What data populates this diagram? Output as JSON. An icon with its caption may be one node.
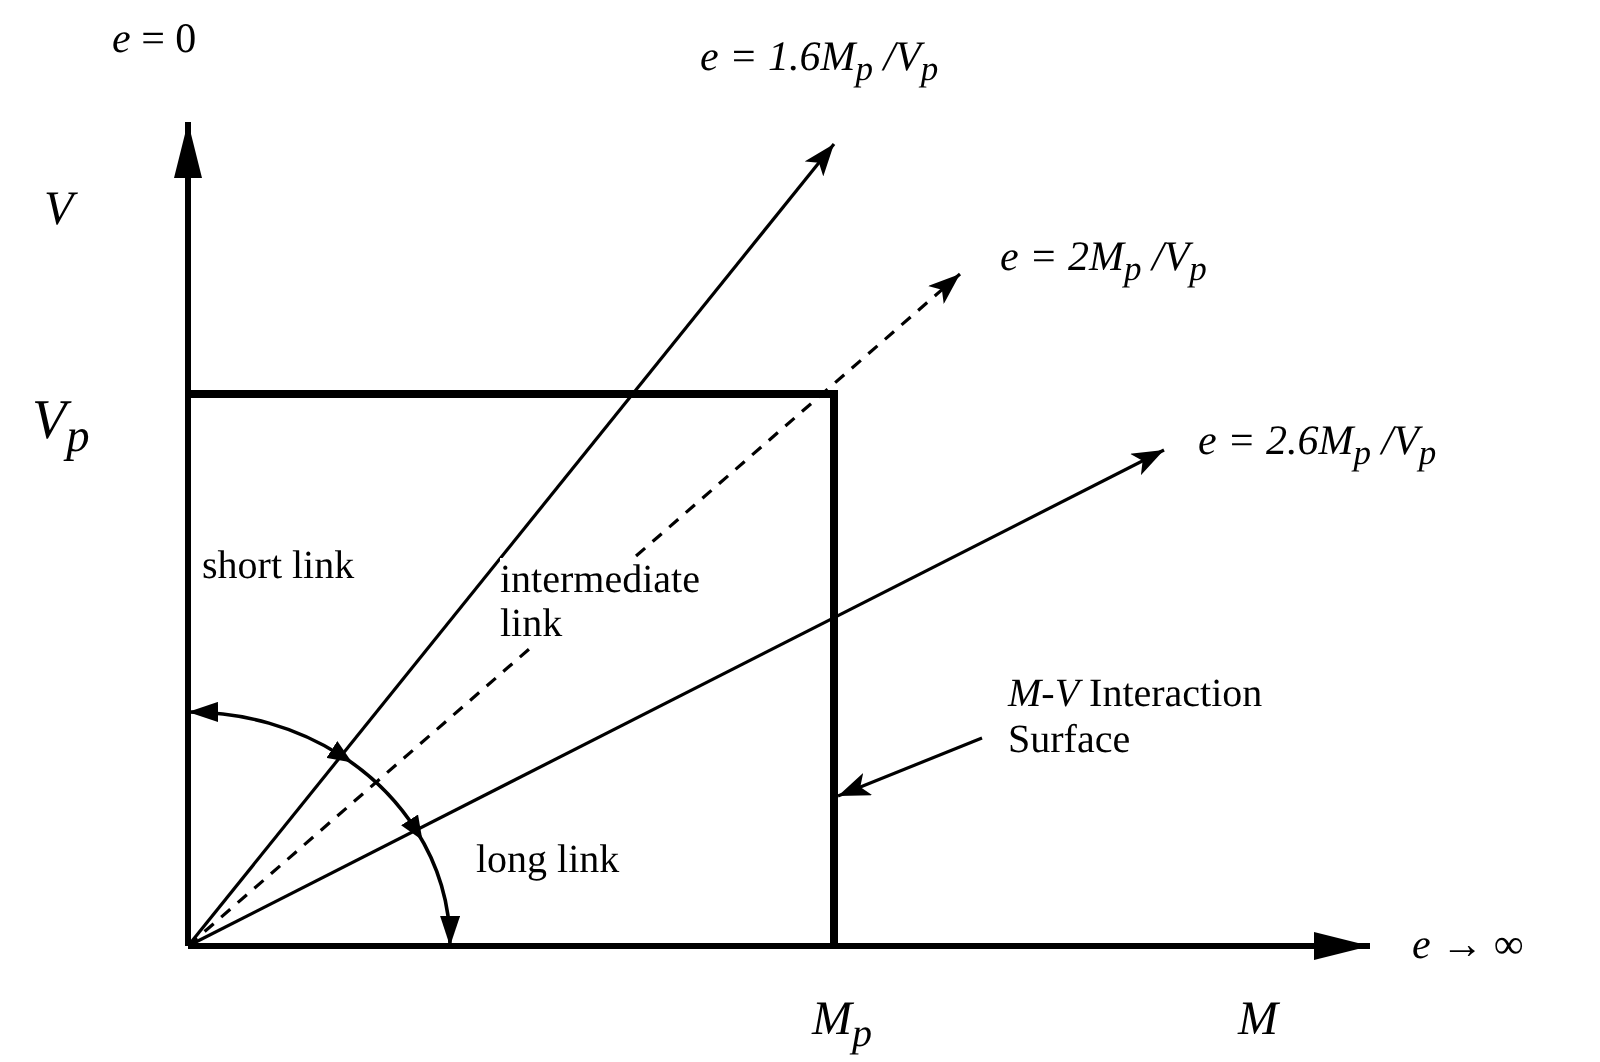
{
  "diagram": {
    "nodes": [
      {
        "text": [
          "e = 1.6M$_{p}$ /V$_{p}$"
        ]
      },
      {
        "text": [
          "e = 2M$_{p}$ /V$_{p}$"
        ]
      },
      {
        "text": [
          "e = 2.6M$_{p}$ /V$_{p}$"
        ]
      },
      {
        "text": [],
        "shape": "box"
      },
      {
        "text": [
          "*M-V* Interaction Surface"
        ]
      }
    ],
    "edges": [
      {
        "from": 3,
        "to": 0,
        "arrow": "to"
      },
      {
        "from": 3,
        "to": 1,
        "arrow": "to",
        "style": "dashed"
      },
      {
        "from": 3,
        "to": 2,
        "arrow": "to"
      },
      {
        "from": 4,
        "to": 3,
        "arrow": "to"
      }
    ],
    "labels": [
      "*e* = 0",
      "V",
      "V$_{p}$",
      "short link",
      "intermediate link",
      "long link",
      "*e* → ∞",
      "M$_{p}$",
      "M"
    ]
  }
}
